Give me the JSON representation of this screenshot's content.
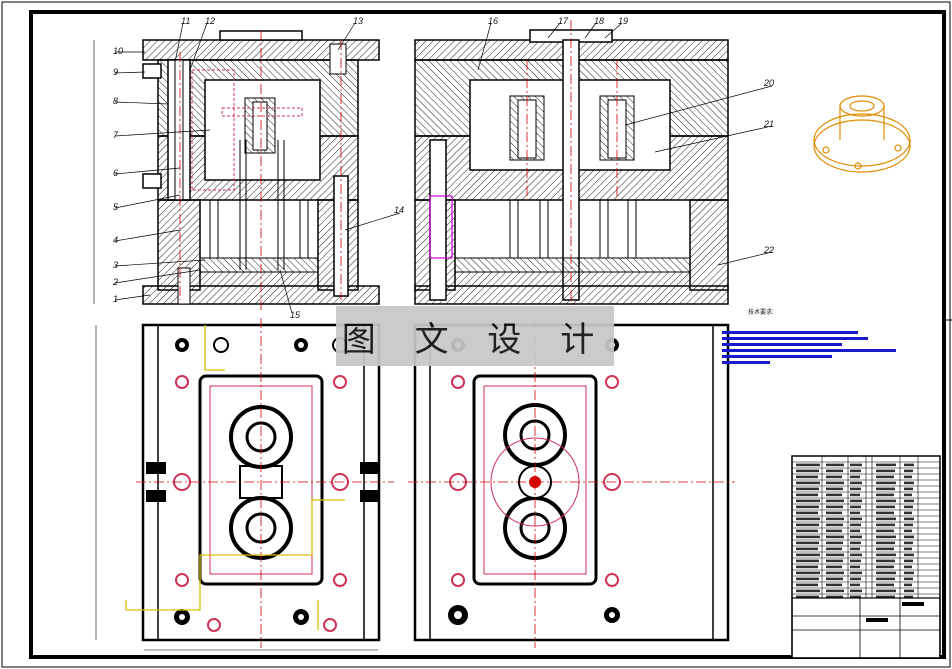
{
  "watermark": {
    "text": "图 文 设 计"
  },
  "tech_requirements_label": "技术要求:",
  "callouts": [
    "1",
    "2",
    "3",
    "4",
    "5",
    "6",
    "7",
    "8",
    "9",
    "10",
    "11",
    "12",
    "13",
    "14",
    "15",
    "16",
    "17",
    "18",
    "19",
    "20",
    "21",
    "22"
  ],
  "colors": {
    "line": "#000000",
    "hatch": "#222222",
    "centerline": "#d40000",
    "hidden": "#cc3355",
    "yellow": "#d6c100",
    "magenta": "#cc00cc",
    "part_sketch": "#e08a00",
    "blue_text": "#1a1acc",
    "watermark_bg": "#c8c8c8"
  }
}
